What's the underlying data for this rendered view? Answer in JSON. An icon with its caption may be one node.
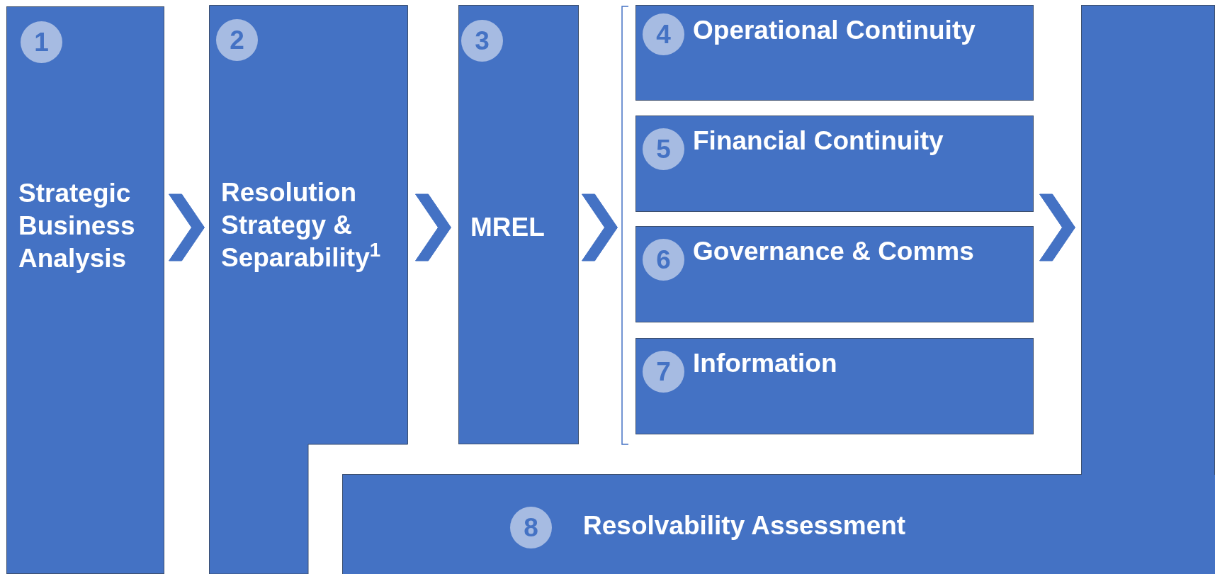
{
  "diagram": {
    "nodes": [
      {
        "text": [
          "1",
          "Strategic Business Analysis"
        ]
      },
      {
        "text": [
          "2",
          "Resolution Strategy & Separability$^{1}$"
        ]
      },
      {
        "text": [
          "3",
          "MREL"
        ]
      },
      {
        "text": [
          "4",
          "Operational Continuity"
        ]
      },
      {
        "text": [
          "5",
          "Financial Continuity"
        ]
      },
      {
        "text": [
          "6",
          "Governance & Comms"
        ]
      },
      {
        "text": [
          "7",
          "Information"
        ]
      },
      {
        "text": [
          "8",
          "Resolvability Assessment"
        ]
      },
      {
        "text": [],
        "shape": "bracket"
      },
      {
        "text": [],
        "shape": "box"
      }
    ],
    "edges": [
      {
        "from": 0,
        "to": 1,
        "arrow": "to"
      },
      {
        "from": 1,
        "to": 2,
        "arrow": "to"
      },
      {
        "from": 2,
        "to": 8,
        "arrow": "to"
      },
      {
        "from": 5,
        "to": 9,
        "arrow": "to"
      }
    ]
  }
}
